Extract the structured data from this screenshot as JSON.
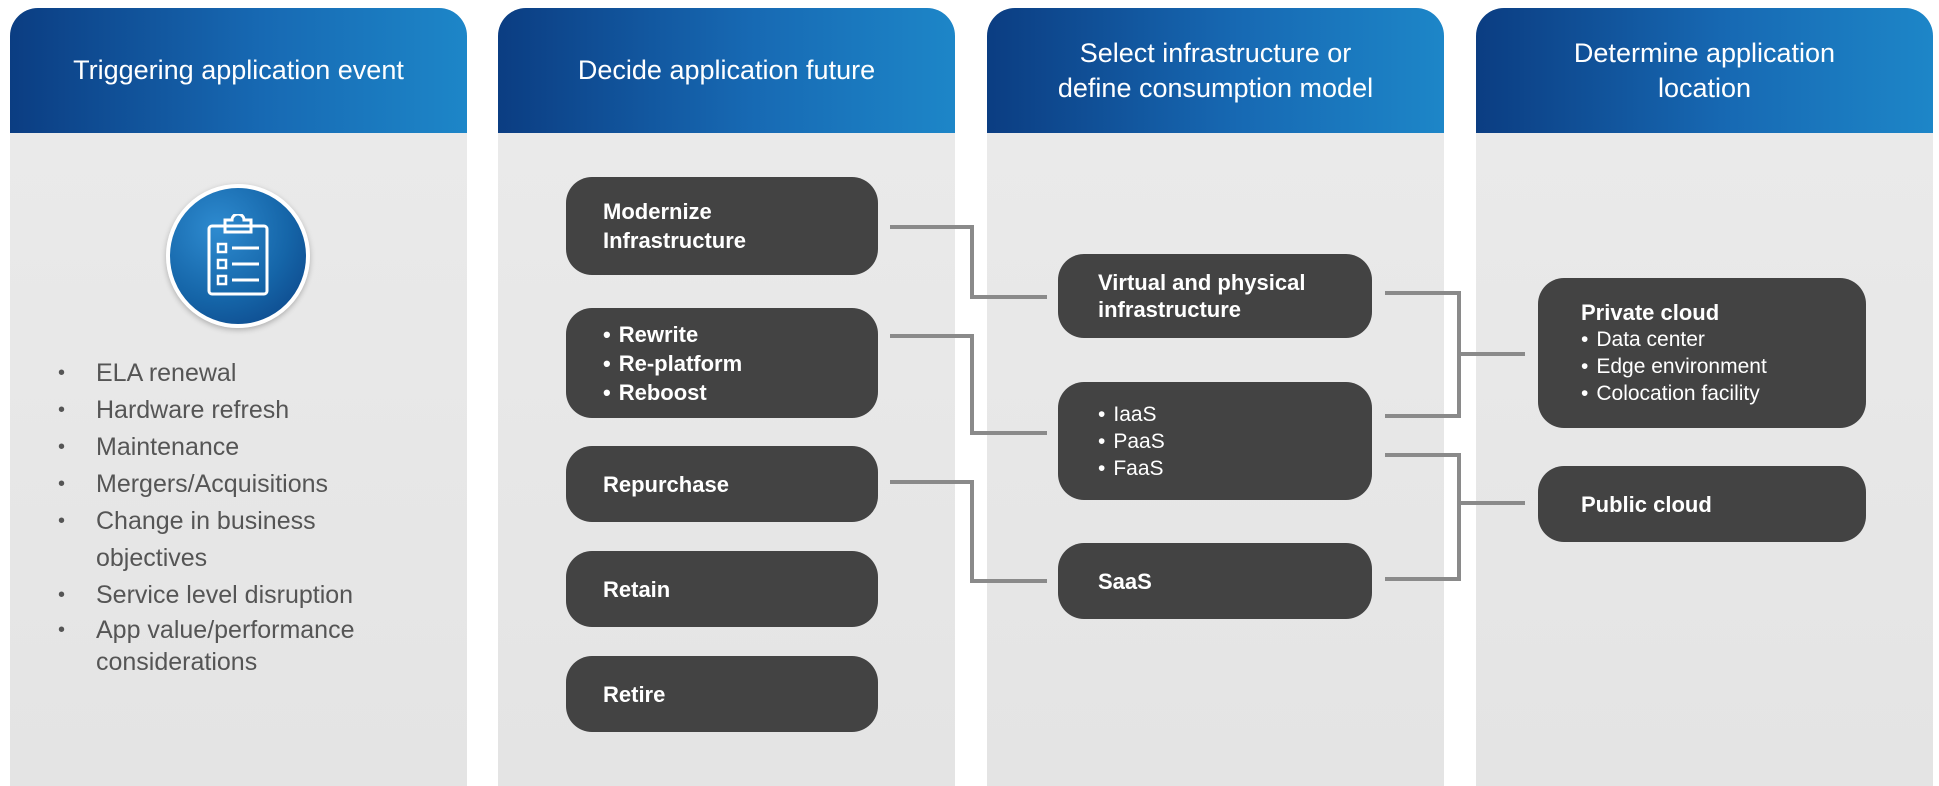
{
  "columns": [
    {
      "header": "Triggering application event"
    },
    {
      "header": "Decide application future"
    },
    {
      "header": "Select infrastructure or\ndefine consumption model"
    },
    {
      "header": "Determine application\nlocation"
    }
  ],
  "icon": "clipboard-checklist-icon",
  "events": [
    "ELA renewal",
    "Hardware refresh",
    "Maintenance",
    "Mergers/Acquisitions",
    "Change in business objectives",
    "Service level disruption",
    "App value/performance considerations"
  ],
  "future_options": {
    "modernize": "Modernize Infrastructure",
    "rewrite_items": [
      "Rewrite",
      "Re-platform",
      "Reboost"
    ],
    "repurchase": "Repurchase",
    "retain": "Retain",
    "retire": "Retire"
  },
  "infrastructure": {
    "virtual_physical": "Virtual and physical infrastructure",
    "service_items": [
      "IaaS",
      "PaaS",
      "FaaS"
    ],
    "saas": "SaaS"
  },
  "location": {
    "private_cloud": {
      "title": "Private cloud",
      "items": [
        "Data center",
        "Edge environment",
        "Colocation facility"
      ]
    },
    "public_cloud": "Public cloud"
  },
  "colors": {
    "header_gradient_start": "#0b3d82",
    "header_gradient_end": "#1d86c8",
    "box_fill": "#434343",
    "connector": "#8a8a8a",
    "panel_bg": "#e8e8e8"
  }
}
